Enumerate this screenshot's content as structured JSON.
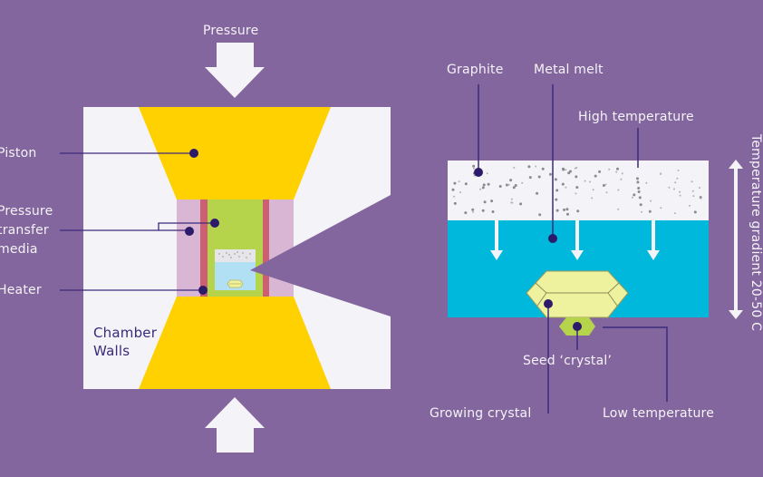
{
  "colors": {
    "background": "#84669e",
    "chamber": "#f4f3f7",
    "piston": "#ffd100",
    "pressure_media": "#d9b7d4",
    "heater": "#cc5f72",
    "core": "#b5d44c",
    "capsule_melt": "#b1e0f5",
    "capsule_graphite": "#e6e6ea",
    "melt": "#00b8dc",
    "graphite_box": "#f4f3f7",
    "growing_crystal": "#eef29e",
    "seed_crystal": "#b5d44c",
    "leader_line": "#3d2a7c",
    "dot": "#2e1a6a",
    "arrow": "#f4f3f7",
    "text_light": "#f4f3f7",
    "text_dark": "#3a2a7a"
  },
  "left_diagram": {
    "pressure_label": "Pressure",
    "labels": {
      "piston": "Piston",
      "pressure_transfer_media": [
        "Pressure",
        "transfer",
        "media"
      ],
      "heater": "Heater",
      "chamber_walls": [
        "Chamber",
        "Walls"
      ]
    },
    "icons": {
      "top_arrow": "arrow-down-icon",
      "bottom_arrow": "arrow-up-icon"
    }
  },
  "right_diagram": {
    "labels": {
      "graphite": "Graphite",
      "metal_melt": "Metal melt",
      "high_temperature": "High temperature",
      "seed_crystal": "Seed ‘crystal’",
      "growing_crystal": "Growing crystal",
      "low_temperature": "Low temperature",
      "temperature_gradient": "Temperature gradient 20-50 C"
    },
    "icons": {
      "flow_arrows": "arrow-down-icon",
      "gradient_arrow": "double-arrow-vertical-icon"
    }
  }
}
